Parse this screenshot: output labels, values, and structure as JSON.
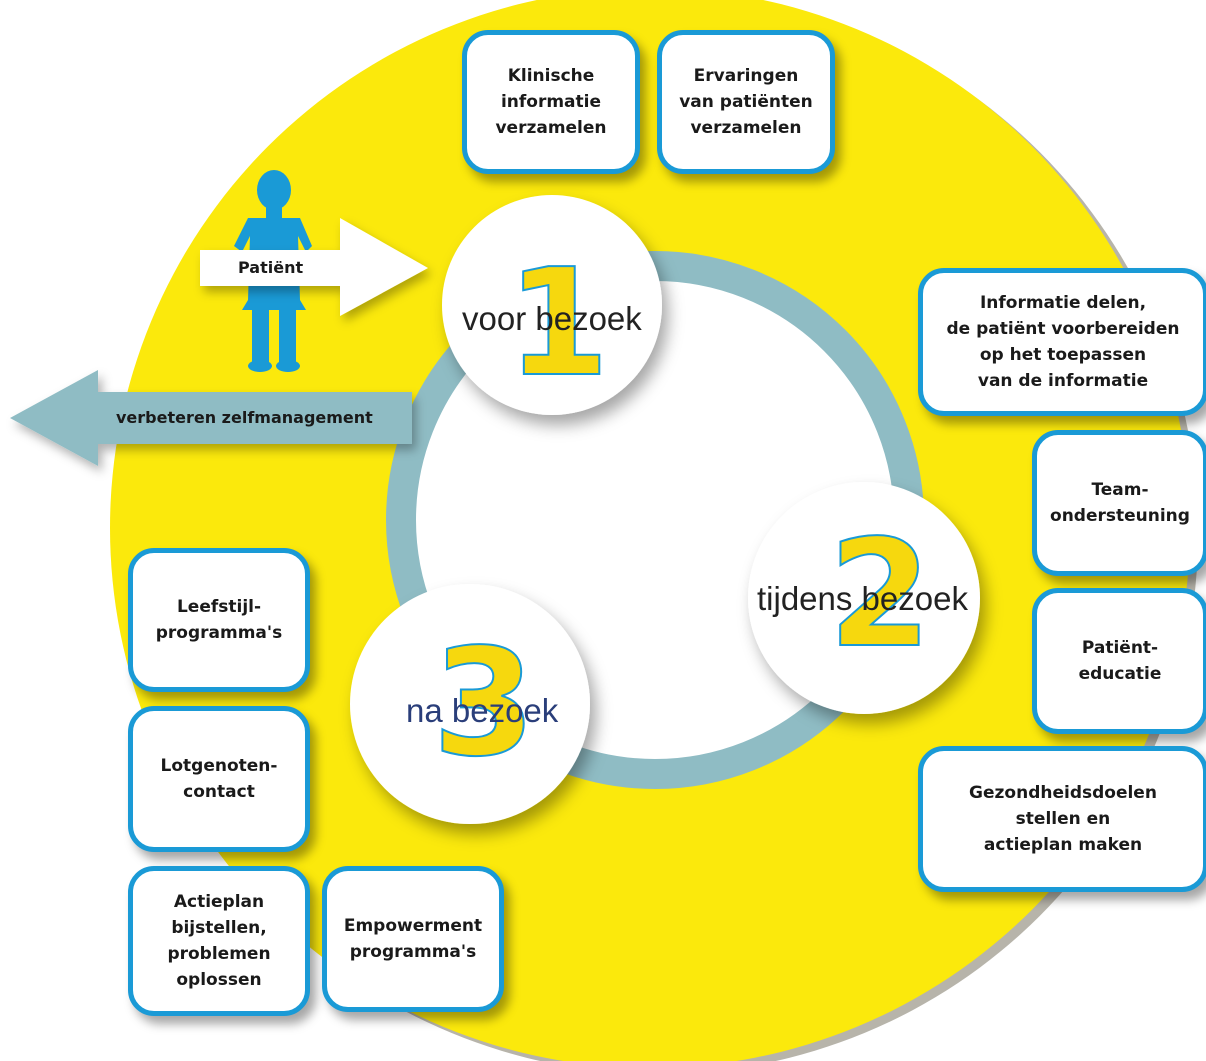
{
  "patient_arrow_label": "Patiënt",
  "self_management_arrow_label": "verbeteren zelfmanagement",
  "stages": [
    {
      "number": "1",
      "label": "voor bezoek"
    },
    {
      "number": "2",
      "label": "tijdens bezoek"
    },
    {
      "number": "3",
      "label": "na bezoek"
    }
  ],
  "boxes": {
    "clinical_info": "Klinische\ninformatie\nverzamelen",
    "patient_experiences": "Ervaringen\nvan patiënten\nverzamelen",
    "share_info": "Informatie delen,\nde patiënt voorbereiden\nop het toepassen\nvan de informatie",
    "team_support": "Team-\nondersteuning",
    "patient_education": "Patiënt-\neducatie",
    "health_goals": "Gezondheidsdoelen\nstellen en\nactieplan maken",
    "lifestyle": "Leefstijl-\nprogramma's",
    "peer_contact": "Lotgenoten-\ncontact",
    "action_plan": "Actieplan\nbijstellen,\nproblemen\noplossen",
    "empowerment": "Empowerment\nprogramma's"
  },
  "colors": {
    "yellow": "#fbe90c",
    "blue": "#1a9ad6",
    "ring": "#8fbcc4",
    "arrow": "#8fbcc4",
    "number_fill": "#f6d80e"
  }
}
